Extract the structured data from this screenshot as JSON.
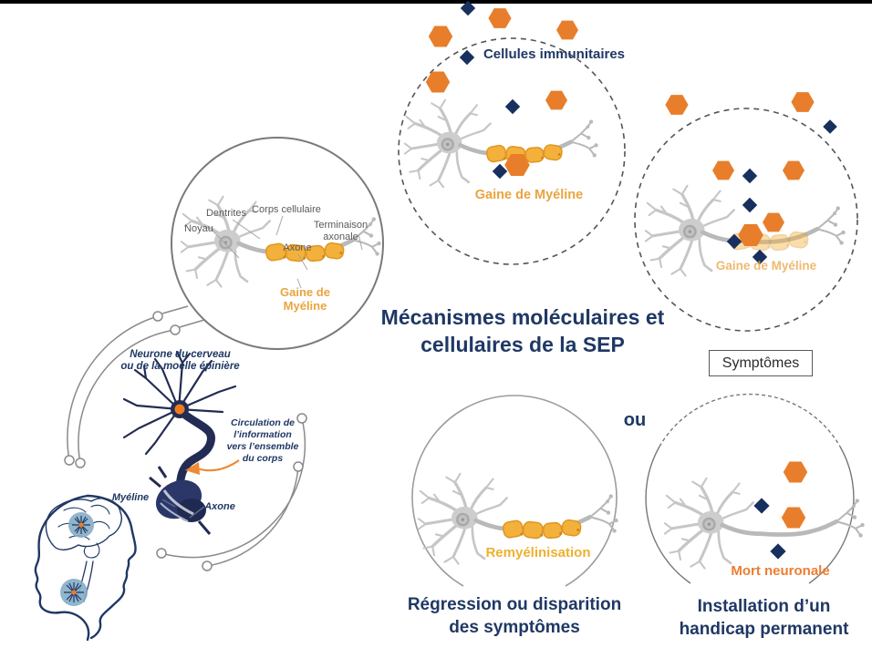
{
  "colors": {
    "navy": "#1F3864",
    "immune_orange": "#E87E2B",
    "diamond_navy": "#17305E",
    "myelin_yellow": "#F1AF35",
    "myelin_label_orange": "#E9A440",
    "death_orange": "#ED7D31",
    "anatomy_gray": "#5a5a5a"
  },
  "title": {
    "line1": "Mécanismes moléculaires et",
    "line2": "cellulaires de la SEP"
  },
  "healthy_neuron_circle": {
    "dendrites_label": "Dentrites",
    "cell_body_label": "Corps cellulaire",
    "nucleus_label": "Noyau",
    "axon_label": "Axone",
    "axon_terminal_label": "Terminaison axonale",
    "myelin_label": "Gaine de Myéline"
  },
  "brain_illustration": {
    "caption_line1": "Neurone du cerveau",
    "caption_line2": "ou de la moelle épinière",
    "circulation_line1": "Circulation de",
    "circulation_line2": "l’information",
    "circulation_line3": "vers l’ensemble",
    "circulation_line4": "du corps",
    "myelin_label": "Myéline",
    "axon_label": "Axone"
  },
  "immune_attack_circle": {
    "immune_cells_label": "Cellules immunitaires",
    "myelin_label": "Gaine de Myéline"
  },
  "demyelination_circle": {
    "myelin_label": "Gaine de Myéline",
    "symptoms_box_label": "Symptômes"
  },
  "outcome_connector": {
    "or_label": "ou"
  },
  "remyelination_circle": {
    "myelin_label": "Remyélinisation",
    "caption_line1": "Régression ou disparition",
    "caption_line2": "des symptômes"
  },
  "neuronal_death_circle": {
    "death_label": "Mort neuronale",
    "caption_line1": "Installation d’un",
    "caption_line2": "handicap permanent"
  }
}
